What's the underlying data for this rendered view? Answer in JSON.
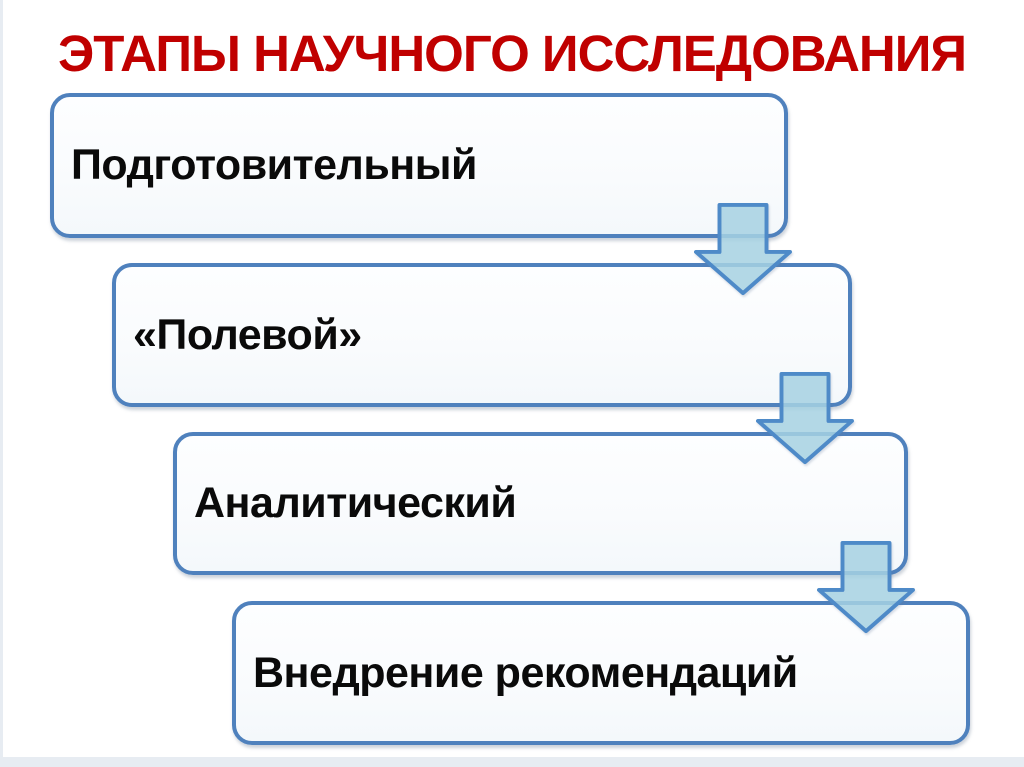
{
  "slide": {
    "title": "ЭТАПЫ НАУЧНОГО ИССЛЕДОВАНИЯ",
    "stages": [
      {
        "label": "Подготовительный"
      },
      {
        "label": "«Полевой»"
      },
      {
        "label": "Аналитический"
      },
      {
        "label": "Внедрение рекомендаций"
      }
    ],
    "connector_icon": "down-arrow",
    "colors": {
      "title": "#c00000",
      "box_border": "#4f81bd",
      "arrow_border": "#4e8ac8",
      "arrow_fill": "#a9d6e5",
      "text": "#0a0a0a",
      "background": "#ffffff"
    }
  }
}
